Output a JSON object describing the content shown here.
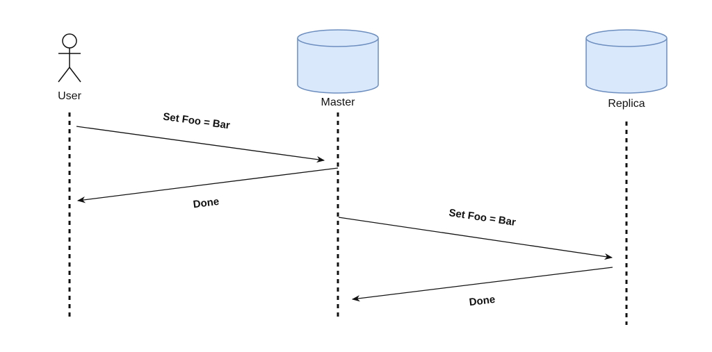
{
  "participants": {
    "user": {
      "label": "User",
      "icon": "stick-figure-icon"
    },
    "master": {
      "label": "Master",
      "icon": "database-cylinder-icon"
    },
    "replica": {
      "label": "Replica",
      "icon": "database-cylinder-icon"
    }
  },
  "messages": [
    {
      "from": "user",
      "to": "master",
      "label": "Set Foo = Bar"
    },
    {
      "from": "master",
      "to": "user",
      "label": "Done"
    },
    {
      "from": "master",
      "to": "replica",
      "label": "Set Foo = Bar"
    },
    {
      "from": "replica",
      "to": "master",
      "label": "Done"
    }
  ],
  "colors": {
    "db_fill": "#dae8fc",
    "db_stroke": "#6c8ebf",
    "line": "#111111"
  }
}
